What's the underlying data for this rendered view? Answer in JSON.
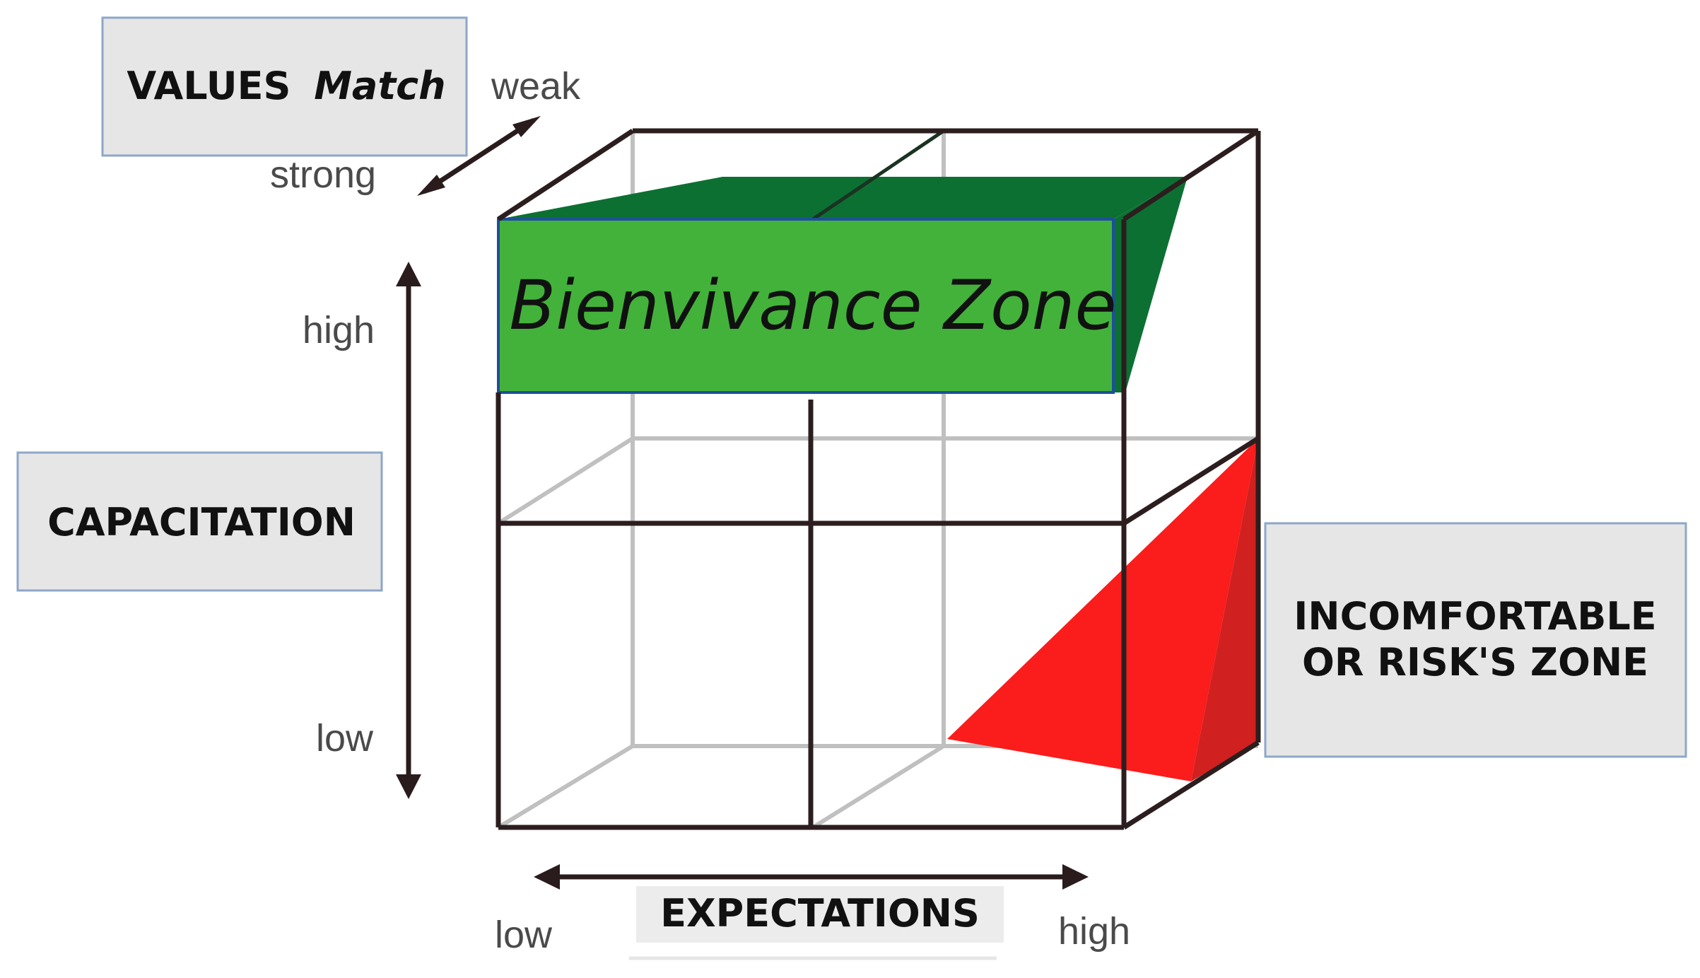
{
  "values_box": {
    "label": "VALUES",
    "label_italic": "Match"
  },
  "values_axis": {
    "weak": "weak",
    "strong": "strong"
  },
  "capacitation_box": {
    "label": "CAPACITATION"
  },
  "capacitation_axis": {
    "high": "high",
    "low": "low"
  },
  "expectations_box": {
    "label": "EXPECTATIONS"
  },
  "expectations_axis": {
    "low": "low",
    "high": "high"
  },
  "bienvivance_zone": {
    "label": "Bienvivance Zone",
    "color": "#43b23a",
    "dark_color": "#0c7032"
  },
  "risk_zone": {
    "line1": "INCOMFORTABLE",
    "line2": "OR RISK'S ZONE",
    "color": "#fb1c1c",
    "dark_color": "#d12020"
  },
  "colors": {
    "box_fill": "#e6e6e6",
    "box_border": "#8ea7c9",
    "cube_line": "#2c1e1e",
    "back_line": "#c0c0c0"
  }
}
